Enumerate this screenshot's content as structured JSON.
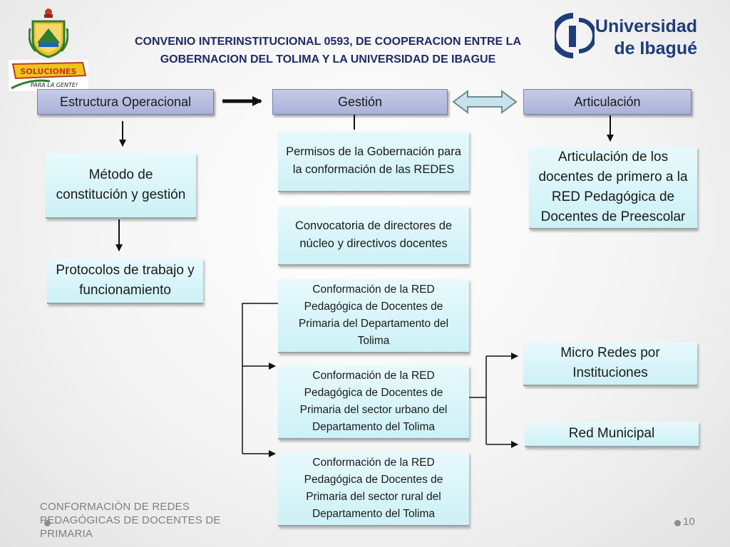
{
  "header": {
    "title_line1": "CONVENIO INTERINSTITUCIONAL 0593, DE COOPERACION ENTRE LA",
    "title_line2": "GOBERNACION  DEL TOLIMA Y LA UNIVERSIDAD DE IBAGUE",
    "university_line1": "Universidad",
    "university_line2": "de Ibagué",
    "soluciones_line1": "SOLUCIONES",
    "soluciones_line2": "PARA LA GENTE!"
  },
  "columns": {
    "estructura": "Estructura Operacional",
    "gestion": "Gestión",
    "articulacion": "Articulación"
  },
  "estructura_boxes": {
    "metodo": "Método de constitución y gestión",
    "protocolos": "Protocolos de trabajo y funcionamiento"
  },
  "gestion_boxes": {
    "permisos": "Permisos de la Gobernación para la conformación de las REDES",
    "convocatoria": "Convocatoria de directores de núcleo y directivos docentes",
    "red_primaria": "Conformación de la RED Pedagógica de Docentes de Primaria del Departamento del Tolima",
    "red_urbano": "Conformación de la RED Pedagógica de Docentes de Primaria del sector urbano del Departamento del Tolima",
    "red_rural": "Conformación de la RED Pedagógica de Docentes de Primaria del sector rural del Departamento del Tolima"
  },
  "articulacion_boxes": {
    "articulacion_docentes": "Articulación de los docentes de primero a la RED Pedagógica de Docentes de Preescolar",
    "micro_redes": "Micro Redes por Instituciones",
    "red_municipal": "Red Municipal"
  },
  "footer": {
    "text": "CONFORMACIÒN  DE REDES PEDAGÓGICAS DE DOCENTES DE PRIMARIA",
    "page_number": "10"
  },
  "colors": {
    "header_bar": "#aab1d8",
    "box_fill": "#d6f4f8",
    "title": "#1f2a66",
    "university": "#1f3d7a"
  }
}
